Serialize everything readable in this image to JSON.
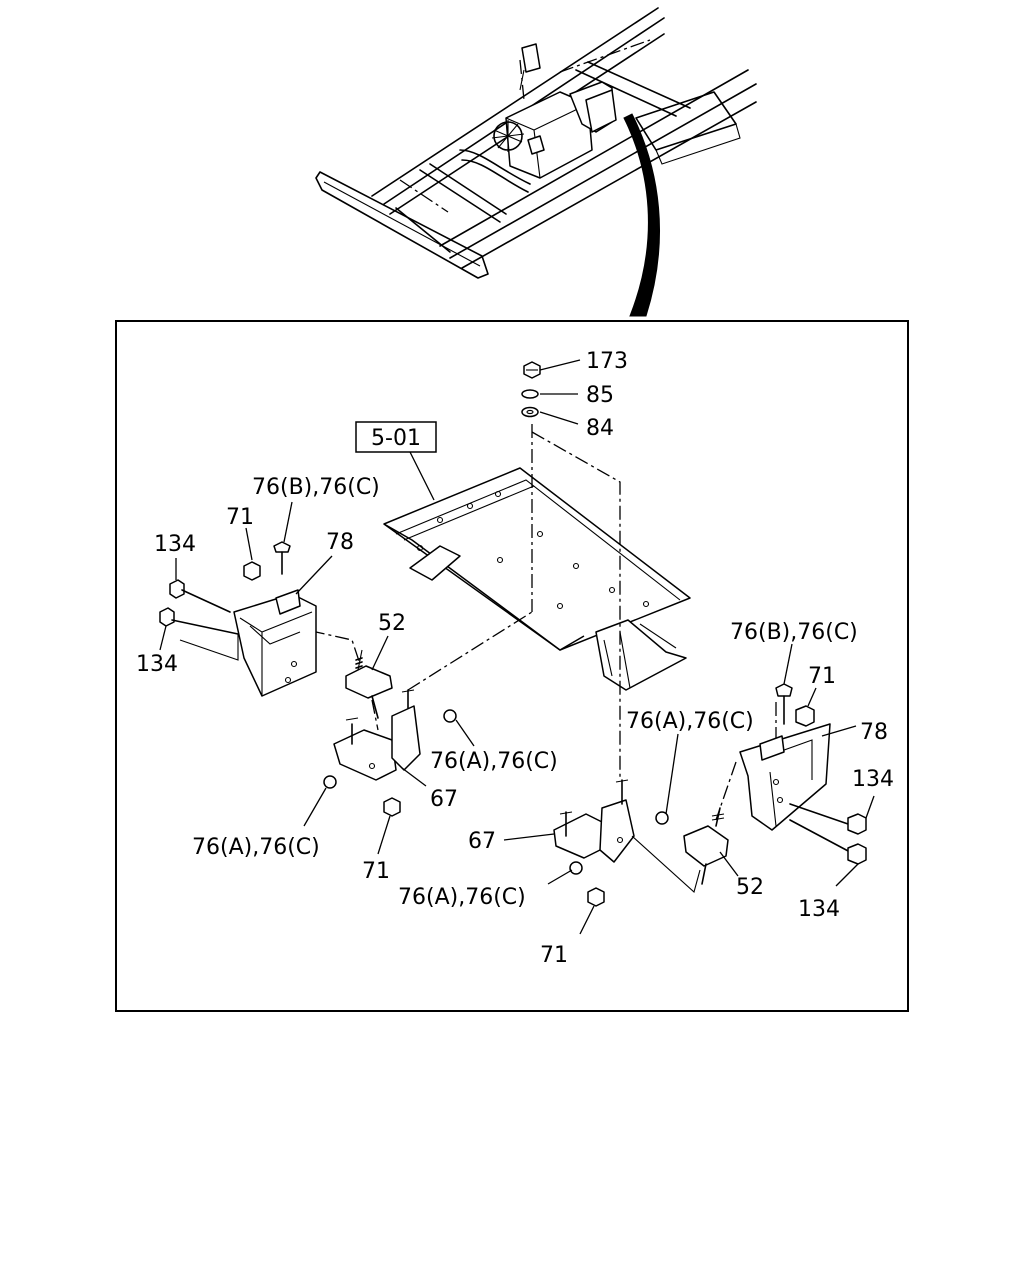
{
  "figure": {
    "frame_ref": "5-01",
    "callouts": [
      {
        "id": "c-173",
        "text": "173"
      },
      {
        "id": "c-85",
        "text": "85"
      },
      {
        "id": "c-84",
        "text": "84"
      },
      {
        "id": "c-76bc-left",
        "text": "76(B),76(C)"
      },
      {
        "id": "c-71-left-top",
        "text": "71"
      },
      {
        "id": "c-78-left",
        "text": "78"
      },
      {
        "id": "c-134-left-top",
        "text": "134"
      },
      {
        "id": "c-134-left-bottom",
        "text": "134"
      },
      {
        "id": "c-52-left",
        "text": "52"
      },
      {
        "id": "c-76ac-left-right",
        "text": "76(A),76(C)"
      },
      {
        "id": "c-67-left",
        "text": "67"
      },
      {
        "id": "c-76ac-left-bottom",
        "text": "76(A),76(C)"
      },
      {
        "id": "c-71-left-bottom",
        "text": "71"
      },
      {
        "id": "c-76bc-right",
        "text": "76(B),76(C)"
      },
      {
        "id": "c-71-right-top",
        "text": "71"
      },
      {
        "id": "c-78-right",
        "text": "78"
      },
      {
        "id": "c-134-right-top",
        "text": "134"
      },
      {
        "id": "c-134-right-bottom",
        "text": "134"
      },
      {
        "id": "c-76ac-right-top",
        "text": "76(A),76(C)"
      },
      {
        "id": "c-67-right",
        "text": "67"
      },
      {
        "id": "c-52-right",
        "text": "52"
      },
      {
        "id": "c-76ac-right-bottom",
        "text": "76(A),76(C)"
      },
      {
        "id": "c-71-right-bottom",
        "text": "71"
      }
    ]
  }
}
